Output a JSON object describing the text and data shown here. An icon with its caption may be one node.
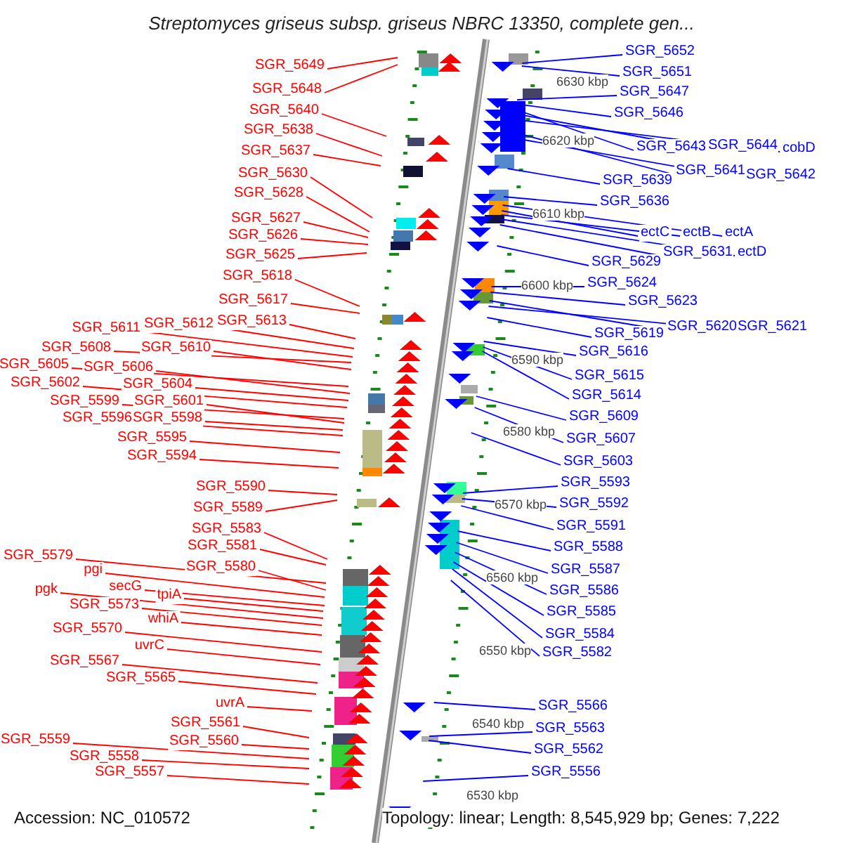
{
  "diagram": {
    "title": "Streptomyces griseus subsp. griseus NBRC 13350, complete gen...",
    "nodes": [
      {
        "text": [
          "SGR_5649"
        ]
      },
      {
        "text": [
          "SGR_5648"
        ]
      },
      {
        "text": [
          "SGR_5640"
        ]
      },
      {
        "text": [
          "SGR_5638"
        ]
      },
      {
        "text": [
          "SGR_5637"
        ]
      },
      {
        "text": [
          "SGR_5630"
        ]
      },
      {
        "text": [
          "SGR_5628"
        ]
      },
      {
        "text": [
          "SGR_5627"
        ]
      },
      {
        "text": [
          "SGR_5626"
        ]
      },
      {
        "text": [
          "SGR_5625"
        ]
      },
      {
        "text": [
          "SGR_5618"
        ]
      },
      {
        "text": [
          "SGR_5617"
        ]
      },
      {
        "text": [
          "SGR_5613"
        ]
      },
      {
        "text": [
          "SGR_5612"
        ]
      },
      {
        "text": [
          "SGR_5611"
        ]
      },
      {
        "text": [
          "SGR_5610"
        ]
      },
      {
        "text": [
          "SGR_5608"
        ]
      },
      {
        "text": [
          "SGR_5606"
        ]
      },
      {
        "text": [
          "SGR_5605"
        ]
      },
      {
        "text": [
          "SGR_5604"
        ]
      },
      {
        "text": [
          "SGR_5602"
        ]
      },
      {
        "text": [
          "SGR_5601"
        ]
      },
      {
        "text": [
          "SGR_5599"
        ]
      },
      {
        "text": [
          "SGR_5598"
        ]
      },
      {
        "text": [
          "SGR_5596"
        ]
      },
      {
        "text": [
          "SGR_5595"
        ]
      },
      {
        "text": [
          "SGR_5594"
        ]
      },
      {
        "text": [
          "SGR_5590"
        ]
      },
      {
        "text": [
          "SGR_5589"
        ]
      },
      {
        "text": [
          "SGR_5583"
        ]
      },
      {
        "text": [
          "SGR_5581"
        ]
      },
      {
        "text": [
          "SGR_5579"
        ]
      },
      {
        "text": [
          "SGR_5580"
        ]
      },
      {
        "text": [
          "pgi"
        ]
      },
      {
        "text": [
          "secG"
        ]
      },
      {
        "text": [
          "tpiA"
        ]
      },
      {
        "text": [
          "pgk"
        ]
      },
      {
        "text": [
          "SGR_5573"
        ]
      },
      {
        "text": [
          "whiA"
        ]
      },
      {
        "text": [
          "SGR_5570"
        ]
      },
      {
        "text": [
          "uvrC"
        ]
      },
      {
        "text": [
          "SGR_5567"
        ]
      },
      {
        "text": [
          "SGR_5565"
        ]
      },
      {
        "text": [
          "uvrA"
        ]
      },
      {
        "text": [
          "SGR_5561"
        ]
      },
      {
        "text": [
          "SGR_5560"
        ]
      },
      {
        "text": [
          "SGR_5559"
        ]
      },
      {
        "text": [
          "SGR_5558"
        ]
      },
      {
        "text": [
          "SGR_5557"
        ]
      },
      {
        "text": [
          "SGR_5652"
        ]
      },
      {
        "text": [
          "SGR_5651"
        ]
      },
      {
        "text": [
          "SGR_5647"
        ]
      },
      {
        "text": [
          "SGR_5646"
        ]
      },
      {
        "text": [
          "SGR_5643"
        ]
      },
      {
        "text": [
          "SGR_5644"
        ]
      },
      {
        "text": [
          "cobD"
        ]
      },
      {
        "text": [
          "SGR_5641"
        ]
      },
      {
        "text": [
          "SGR_5642"
        ]
      },
      {
        "text": [
          "SGR_5639"
        ]
      },
      {
        "text": [
          "SGR_5636"
        ]
      },
      {
        "text": [
          "ectC"
        ]
      },
      {
        "text": [
          "ectB"
        ]
      },
      {
        "text": [
          "ectA"
        ]
      },
      {
        "text": [
          "SGR_5631"
        ]
      },
      {
        "text": [
          "ectD"
        ]
      },
      {
        "text": [
          "SGR_5629"
        ]
      },
      {
        "text": [
          "SGR_5624"
        ]
      },
      {
        "text": [
          "SGR_5623"
        ]
      },
      {
        "text": [
          "SGR_5620"
        ]
      },
      {
        "text": [
          "SGR_5621"
        ]
      },
      {
        "text": [
          "SGR_5619"
        ]
      },
      {
        "text": [
          "SGR_5616"
        ]
      },
      {
        "text": [
          "SGR_5615"
        ]
      },
      {
        "text": [
          "SGR_5614"
        ]
      },
      {
        "text": [
          "SGR_5609"
        ]
      },
      {
        "text": [
          "SGR_5607"
        ]
      },
      {
        "text": [
          "SGR_5603"
        ]
      },
      {
        "text": [
          "SGR_5593"
        ]
      },
      {
        "text": [
          "SGR_5592"
        ]
      },
      {
        "text": [
          "SGR_5591"
        ]
      },
      {
        "text": [
          "SGR_5588"
        ]
      },
      {
        "text": [
          "SGR_5587"
        ]
      },
      {
        "text": [
          "SGR_5586"
        ]
      },
      {
        "text": [
          "SGR_5585"
        ]
      },
      {
        "text": [
          "SGR_5584"
        ]
      },
      {
        "text": [
          "SGR_5582"
        ]
      },
      {
        "text": [
          "SGR_5566"
        ]
      },
      {
        "text": [
          "SGR_5563"
        ]
      },
      {
        "text": [
          "SGR_5562"
        ]
      },
      {
        "text": [
          "SGR_5556"
        ]
      }
    ],
    "edges": [
      {
        "from": 0,
        "to": null,
        "arrow": "none"
      },
      {
        "from": 1,
        "to": null,
        "arrow": "none"
      },
      {
        "from": 2,
        "to": null,
        "arrow": "none"
      },
      {
        "from": 3,
        "to": null,
        "arrow": "none"
      },
      {
        "from": 4,
        "to": null,
        "arrow": "none"
      },
      {
        "from": 5,
        "to": null,
        "arrow": "none"
      },
      {
        "from": 6,
        "to": null,
        "arrow": "none"
      },
      {
        "from": 7,
        "to": null,
        "arrow": "none"
      },
      {
        "from": 8,
        "to": null,
        "arrow": "none"
      },
      {
        "from": 9,
        "to": null,
        "arrow": "none"
      },
      {
        "from": 10,
        "to": null,
        "arrow": "none"
      },
      {
        "from": 11,
        "to": null,
        "arrow": "none"
      },
      {
        "from": 12,
        "to": null,
        "arrow": "none"
      },
      {
        "from": 13,
        "to": null,
        "arrow": "none"
      },
      {
        "from": 14,
        "to": null,
        "arrow": "none"
      },
      {
        "from": 15,
        "to": null,
        "arrow": "none"
      },
      {
        "from": 16,
        "to": null,
        "arrow": "none"
      },
      {
        "from": 17,
        "to": null,
        "arrow": "none"
      },
      {
        "from": 18,
        "to": null,
        "arrow": "none"
      },
      {
        "from": 19,
        "to": null,
        "arrow": "none"
      },
      {
        "from": 20,
        "to": null,
        "arrow": "none"
      },
      {
        "from": 21,
        "to": null,
        "arrow": "none"
      },
      {
        "from": 22,
        "to": null,
        "arrow": "none"
      },
      {
        "from": 23,
        "to": null,
        "arrow": "none"
      },
      {
        "from": 24,
        "to": null,
        "arrow": "none"
      },
      {
        "from": 25,
        "to": null,
        "arrow": "none"
      },
      {
        "from": 26,
        "to": null,
        "arrow": "none"
      },
      {
        "from": 27,
        "to": null,
        "arrow": "none"
      },
      {
        "from": 28,
        "to": null,
        "arrow": "none"
      },
      {
        "from": 29,
        "to": null,
        "arrow": "none"
      },
      {
        "from": 30,
        "to": null,
        "arrow": "none"
      },
      {
        "from": 31,
        "to": null,
        "arrow": "none"
      },
      {
        "from": 32,
        "to": null,
        "arrow": "none"
      },
      {
        "from": 33,
        "to": null,
        "arrow": "none"
      },
      {
        "from": 34,
        "to": null,
        "arrow": "none"
      },
      {
        "from": 35,
        "to": null,
        "arrow": "none"
      },
      {
        "from": 36,
        "to": null,
        "arrow": "none"
      },
      {
        "from": 37,
        "to": null,
        "arrow": "none"
      },
      {
        "from": 38,
        "to": null,
        "arrow": "none"
      },
      {
        "from": 39,
        "to": null,
        "arrow": "none"
      },
      {
        "from": 40,
        "to": null,
        "arrow": "none"
      },
      {
        "from": 41,
        "to": null,
        "arrow": "none"
      },
      {
        "from": 42,
        "to": null,
        "arrow": "none"
      },
      {
        "from": 43,
        "to": null,
        "arrow": "none"
      },
      {
        "from": 44,
        "to": null,
        "arrow": "none"
      },
      {
        "from": 45,
        "to": null,
        "arrow": "none"
      },
      {
        "from": 46,
        "to": null,
        "arrow": "none"
      },
      {
        "from": 47,
        "to": null,
        "arrow": "none"
      },
      {
        "from": 48,
        "to": null,
        "arrow": "none"
      },
      {
        "from": 49,
        "to": null,
        "arrow": "none",
        "color": "#0000ff"
      },
      {
        "from": 50,
        "to": null,
        "arrow": "none",
        "color": "#0000ff"
      },
      {
        "from": 51,
        "to": null,
        "arrow": "none",
        "color": "#0000ff"
      },
      {
        "from": 52,
        "to": null,
        "arrow": "none",
        "color": "#0000ff"
      },
      {
        "from": 53,
        "to": null,
        "arrow": "none",
        "color": "#0000ff"
      },
      {
        "from": 54,
        "to": null,
        "arrow": "none",
        "color": "#0000ff"
      },
      {
        "from": 55,
        "to": null,
        "arrow": "none",
        "color": "#0000ff"
      },
      {
        "from": 56,
        "to": null,
        "arrow": "none",
        "color": "#0000ff"
      },
      {
        "from": 57,
        "to": null,
        "arrow": "none",
        "color": "#0000ff"
      },
      {
        "from": 58,
        "to": null,
        "arrow": "none",
        "color": "#0000ff"
      },
      {
        "from": 59,
        "to": null,
        "arrow": "none",
        "color": "#0000ff"
      },
      {
        "from": 60,
        "to": null,
        "arrow": "none",
        "color": "#0000ff"
      },
      {
        "from": 61,
        "to": null,
        "arrow": "none",
        "color": "#0000ff"
      },
      {
        "from": 62,
        "to": null,
        "arrow": "none",
        "color": "#0000ff"
      },
      {
        "from": 63,
        "to": null,
        "arrow": "none",
        "color": "#0000ff"
      },
      {
        "from": 64,
        "to": null,
        "arrow": "none",
        "color": "#0000ff"
      },
      {
        "from": 65,
        "to": null,
        "arrow": "none",
        "color": "#0000ff"
      },
      {
        "from": 66,
        "to": null,
        "arrow": "none",
        "color": "#0000ff"
      },
      {
        "from": 67,
        "to": null,
        "arrow": "none",
        "color": "#0000ff"
      },
      {
        "from": 68,
        "to": null,
        "arrow": "none",
        "color": "#0000ff"
      },
      {
        "from": 69,
        "to": null,
        "arrow": "none",
        "color": "#0000ff"
      },
      {
        "from": 70,
        "to": null,
        "arrow": "none",
        "color": "#0000ff"
      },
      {
        "from": 71,
        "to": null,
        "arrow": "none",
        "color": "#0000ff"
      },
      {
        "from": 72,
        "to": null,
        "arrow": "none",
        "color": "#0000ff"
      },
      {
        "from": 73,
        "to": null,
        "arrow": "none",
        "color": "#0000ff"
      },
      {
        "from": 74,
        "to": null,
        "arrow": "none",
        "color": "#0000ff"
      },
      {
        "from": 75,
        "to": null,
        "arrow": "none",
        "color": "#0000ff"
      },
      {
        "from": 76,
        "to": null,
        "arrow": "none",
        "color": "#0000ff"
      },
      {
        "from": 77,
        "to": null,
        "arrow": "none",
        "color": "#0000ff"
      },
      {
        "from": 78,
        "to": null,
        "arrow": "none",
        "color": "#0000ff"
      },
      {
        "from": 79,
        "to": null,
        "arrow": "none",
        "color": "#0000ff"
      },
      {
        "from": 80,
        "to": null,
        "arrow": "none",
        "color": "#0000ff"
      },
      {
        "from": 81,
        "to": null,
        "arrow": "none",
        "color": "#0000ff"
      },
      {
        "from": 82,
        "to": null,
        "arrow": "none",
        "color": "#0000ff"
      },
      {
        "from": 83,
        "to": null,
        "arrow": "none",
        "color": "#0000ff"
      },
      {
        "from": 84,
        "to": null,
        "arrow": "none",
        "color": "#0000ff"
      },
      {
        "from": 85,
        "to": null,
        "arrow": "none",
        "color": "#0000ff"
      },
      {
        "from": 86,
        "to": null,
        "arrow": "none",
        "color": "#0000ff"
      },
      {
        "from": 87,
        "to": null,
        "arrow": "none",
        "color": "#0000ff"
      },
      {
        "from": 88,
        "to": null,
        "arrow": "none",
        "color": "#0000ff"
      },
      {
        "from": 89,
        "to": null,
        "arrow": "none",
        "color": "#0000ff"
      }
    ],
    "labels": [
      "6630 kbp",
      "6620 kbp",
      "6610 kbp",
      "6600 kbp",
      "6590 kbp",
      "6580 kbp",
      "6570 kbp",
      "6560 kbp",
      "6550 kbp",
      "6540 kbp",
      "6530 kbp",
      "Accession: NC_010572",
      "Topology: linear; Length: 8,545,929 bp; Genes: 7,222"
    ]
  }
}
